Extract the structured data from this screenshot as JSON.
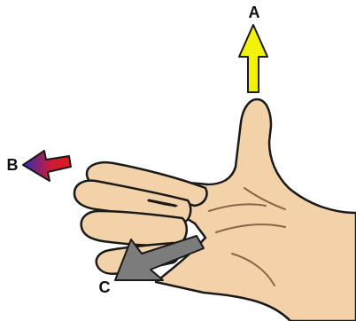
{
  "labels": {
    "a": "A",
    "b": "B",
    "c": "C"
  },
  "colors": {
    "skin": "#f3d2a9",
    "skin_shadow": "#e8bf91",
    "outline": "#1a1a1a",
    "arrow_a": "#f2f20a",
    "arrow_b_head": "#2c2cbd",
    "arrow_b_tail": "#e41a1a",
    "arrow_c": "#7c7c7c"
  },
  "icons": {
    "hand": "right-hand-icon",
    "arrow_a": "arrow-up-icon",
    "arrow_b": "arrow-left-icon",
    "arrow_c": "arrow-down-left-icon"
  }
}
